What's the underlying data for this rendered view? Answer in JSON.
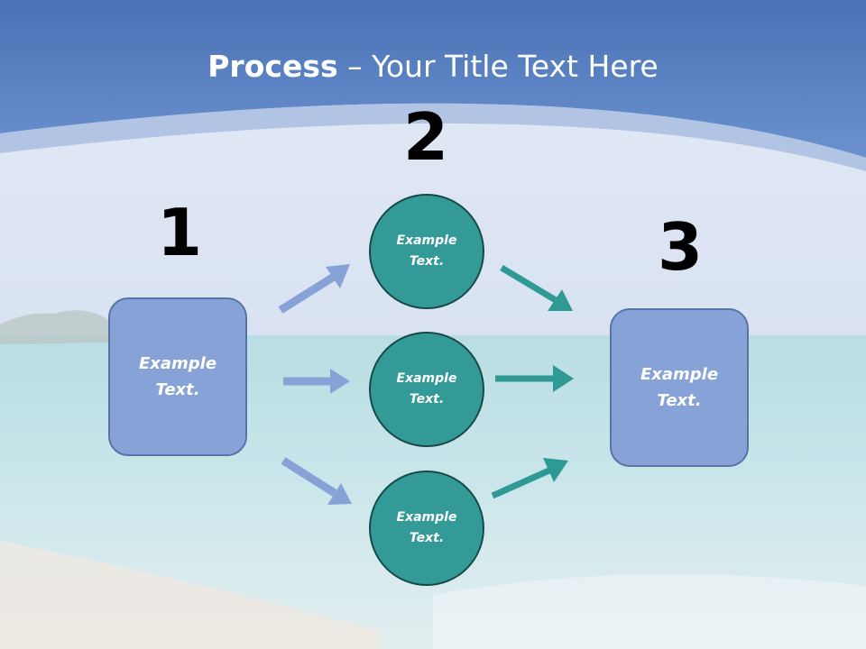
{
  "slide": {
    "title_bold": "Process",
    "title_rest": " – Your Title Text Here",
    "step_numbers": [
      "1",
      "2",
      "3"
    ],
    "left_box": "Example\nText.",
    "right_box": "Example\nText.",
    "circles": [
      "Example\nText.",
      "Example\nText.",
      "Example\nText."
    ]
  },
  "colors": {
    "header_blue": "#5b84c4",
    "box_fill": "#86a2d7",
    "circle_fill": "#339a97",
    "arrow_blue": "#86a2d7",
    "arrow_teal": "#2f9994"
  }
}
